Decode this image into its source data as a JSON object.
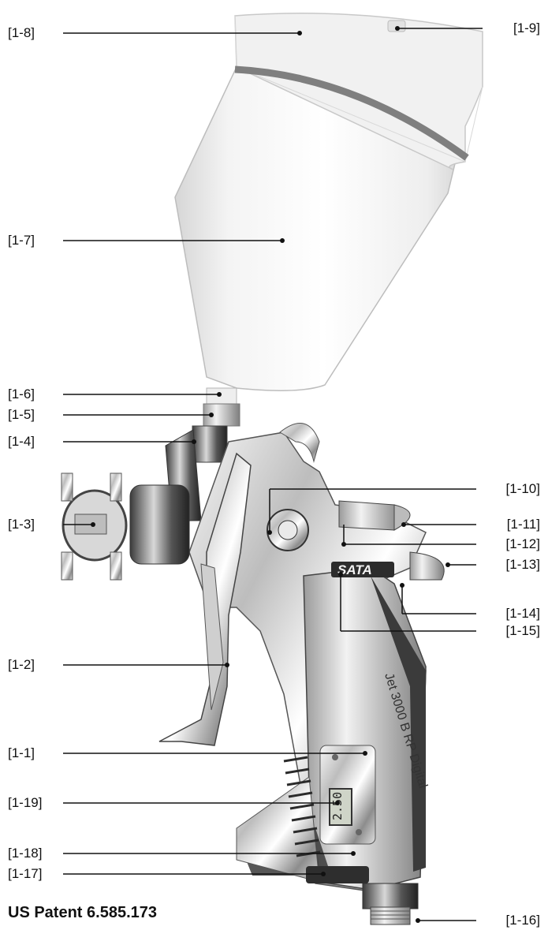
{
  "labels": {
    "l1_1": "[1-1]",
    "l1_2": "[1-2]",
    "l1_3": "[1-3]",
    "l1_4": "[1-4]",
    "l1_5": "[1-5]",
    "l1_6": "[1-6]",
    "l1_7": "[1-7]",
    "l1_8": "[1-8]",
    "l1_9": "[1-9]",
    "l1_10": "[1-10]",
    "l1_11": "[1-11]",
    "l1_12": "[1-12]",
    "l1_13": "[1-13]",
    "l1_14": "[1-14]",
    "l1_15": "[1-15]",
    "l1_16": "[1-16]",
    "l1_17": "[1-17]",
    "l1_18": "[1-18]",
    "l1_19": "[1-19]"
  },
  "gun": {
    "brand": "SATA",
    "model": "Jet 3000 B RP Digital",
    "display_value": "2.50"
  },
  "footer": {
    "patent": "US Patent 6.585.173"
  }
}
